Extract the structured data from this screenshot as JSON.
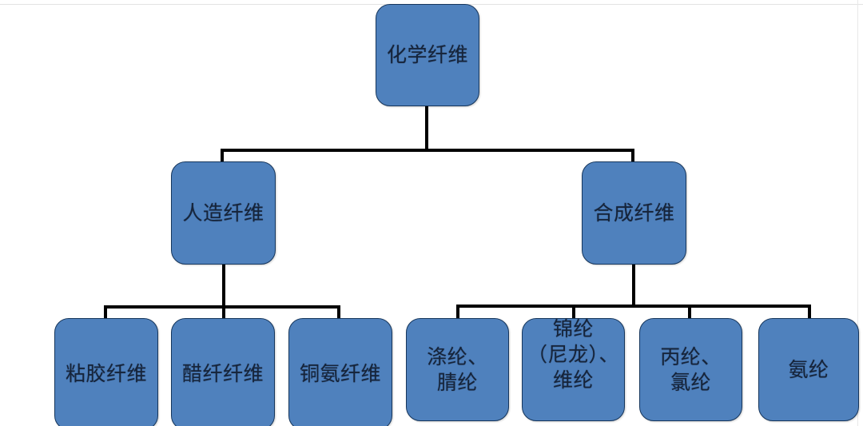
{
  "diagram": {
    "title_text": "化学纤维",
    "type": "hierarchy-tree",
    "colors": {
      "node_fill": "#4f81bd",
      "node_border": "#16365c",
      "connector": "#000000",
      "text": "#16243a",
      "background": "#ffffff"
    },
    "levels": {
      "root": {
        "label": "化学纤维"
      },
      "level2": [
        {
          "label": "人造纤维"
        },
        {
          "label": "合成纤维"
        }
      ],
      "level3_left": [
        {
          "label": "粘胶纤维"
        },
        {
          "label": "醋纤纤维"
        },
        {
          "label": "铜氨纤维"
        }
      ],
      "level3_right": [
        {
          "label": "涤纶、\n腈纶"
        },
        {
          "label": "锦纶\n（尼龙）、\n维纶"
        },
        {
          "label": "丙纶、\n氯纶"
        },
        {
          "label": "氨纶"
        }
      ]
    }
  }
}
